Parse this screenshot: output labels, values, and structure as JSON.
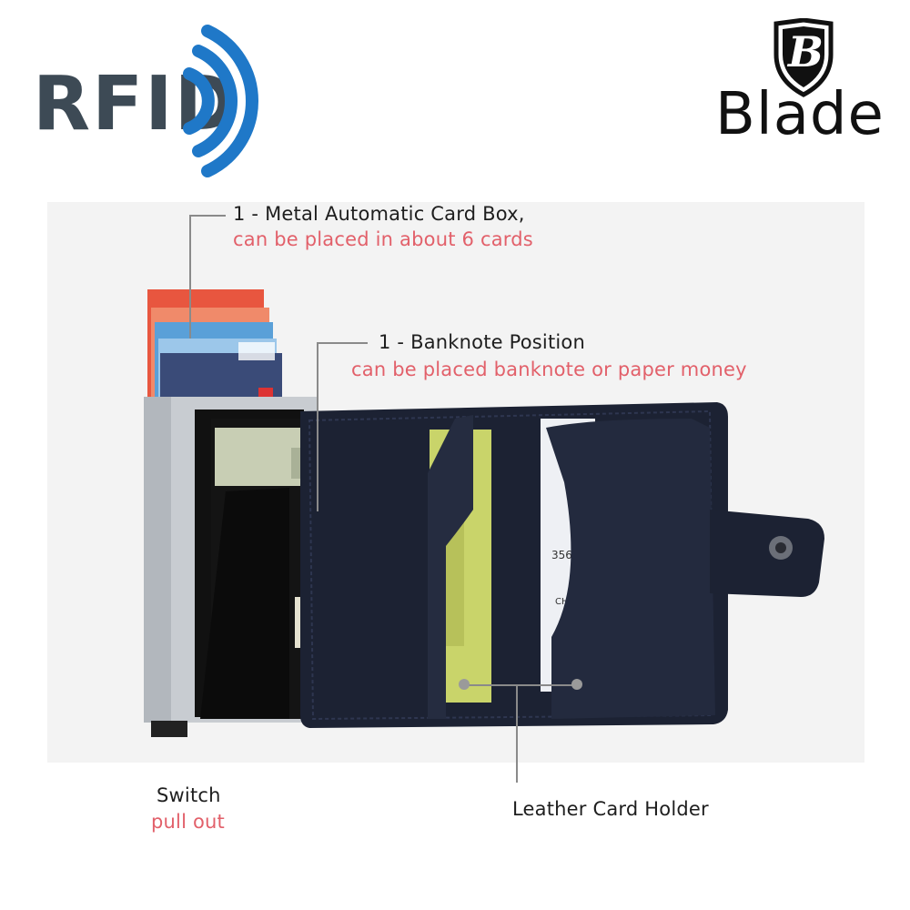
{
  "logos": {
    "rfid": {
      "text": "RFID",
      "text_color": "#3d4a55",
      "wave_color": "#1f78c8"
    },
    "blade": {
      "text": "Blade",
      "emblem_letter": "B",
      "color": "#111111"
    }
  },
  "callouts": {
    "card_box": {
      "title": "1 - Metal Automatic Card Box,",
      "subtitle": "can be placed in about 6 cards"
    },
    "banknote": {
      "title": "1 - Banknote Position",
      "subtitle": "can be placed banknote or paper money"
    },
    "switch": {
      "title": "Switch",
      "subtitle": "pull out"
    },
    "leather": {
      "title": "Leather Card Holder"
    }
  },
  "colors": {
    "title_text": "#1e1e1e",
    "subtitle_text": "#e2606a",
    "leather": "#1c2233",
    "aluminium": "#c8ccd1"
  },
  "product_image": {
    "icon": "wallet-photo"
  }
}
